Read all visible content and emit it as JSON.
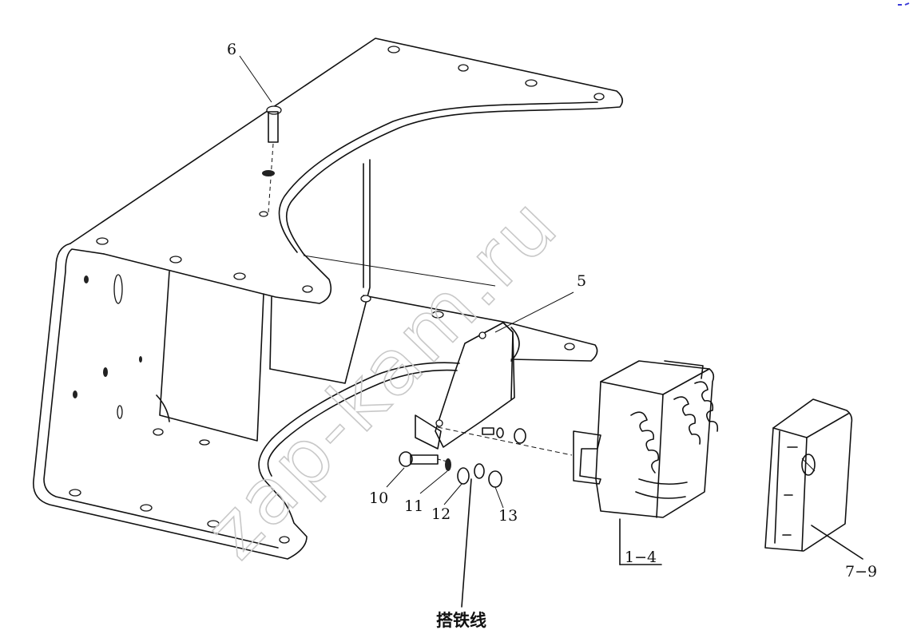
{
  "watermark": "zap-kam.ru",
  "callouts": {
    "c6": "6",
    "c5": "5",
    "c10": "10",
    "c11": "11",
    "c12": "12",
    "c13": "13",
    "c14": "1−4",
    "c79": "7−9",
    "ground_wire": "搭铁线"
  },
  "colors": {
    "line": "#111111",
    "watermark": "#c8c8c8",
    "corner_mark": "#3a3ad8"
  }
}
